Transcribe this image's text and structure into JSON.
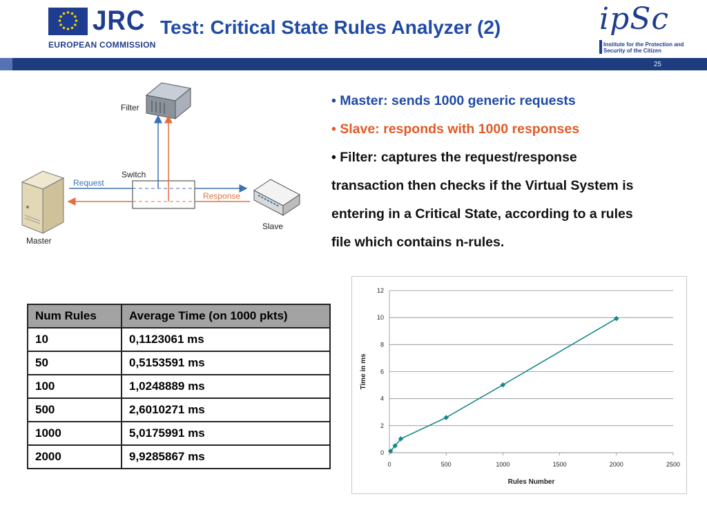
{
  "header": {
    "jrc_logo": "JRC",
    "commission": "EUROPEAN COMMISSION",
    "title": "Test: Critical State Rules Analyzer (2)",
    "ipsc_logo": "ipSc",
    "ipsc_subtitle": "Institute for the Protection and Security of the Citizen",
    "page_number": "25"
  },
  "diagram": {
    "filter": "Filter",
    "switch": "Switch",
    "request": "Request",
    "response": "Response",
    "slave": "Slave",
    "master": "Master",
    "colors": {
      "request": "#3a6fb5",
      "response": "#e2703f"
    }
  },
  "bullets": {
    "b1": "Master: sends 1000 generic requests",
    "b2": "Slave: responds with 1000 responses",
    "b3_line1": "Filter: captures the request/response",
    "b3_line2": "transaction then checks if the Virtual System is",
    "b3_line3": "entering in a Critical State, according to a rules",
    "b3_line4": "file which contains n-rules."
  },
  "table": {
    "headers": [
      "Num Rules",
      "Average Time (on 1000 pkts)"
    ],
    "rows": [
      [
        "10",
        "0,1123061 ms"
      ],
      [
        "50",
        "0,5153591 ms"
      ],
      [
        "100",
        "1,0248889 ms"
      ],
      [
        "500",
        "2,6010271 ms"
      ],
      [
        "1000",
        "5,0175991 ms"
      ],
      [
        "2000",
        "9,9285867 ms"
      ]
    ]
  },
  "chart_data": {
    "type": "line",
    "title": "",
    "xlabel": "Rules Number",
    "ylabel": "Time in ms",
    "xlim": [
      0,
      2500
    ],
    "ylim": [
      0,
      12
    ],
    "xticks": [
      0,
      500,
      1000,
      1500,
      2000,
      2500
    ],
    "yticks": [
      0,
      2,
      4,
      6,
      8,
      10,
      12
    ],
    "grid": "horizontal",
    "color": "#17888a",
    "marker": "diamond",
    "series": [
      {
        "x": [
          10,
          50,
          100,
          500,
          1000,
          2000
        ],
        "y": [
          0.1123061,
          0.5153591,
          1.0248889,
          2.6010271,
          5.0175991,
          9.9285867
        ]
      }
    ]
  }
}
